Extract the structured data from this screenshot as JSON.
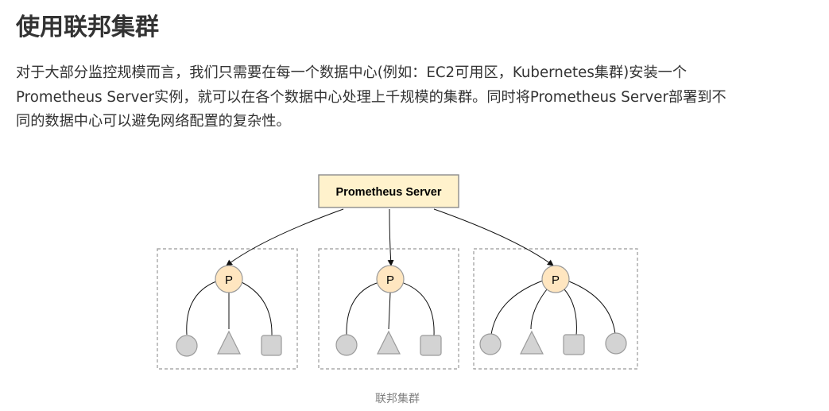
{
  "title": "使用联邦集群",
  "paragraph": {
    "lines": [
      "对于大部分监控规模而言，我们只需要在每一个数据中心(例如：EC2可用区，Kubernetes集群)安装一个",
      "Prometheus Server实例，就可以在各个数据中心处理上千规模的集群。同时将Prometheus Server部署到不",
      "同的数据中心可以避免网络配置的复杂性。"
    ]
  },
  "diagram": {
    "server_label": "Prometheus Server",
    "node_label": "P",
    "clusters": [
      {
        "targets": [
          "circle",
          "triangle",
          "square"
        ]
      },
      {
        "targets": [
          "circle",
          "triangle",
          "square"
        ]
      },
      {
        "targets": [
          "circle",
          "triangle",
          "square",
          "circle"
        ]
      }
    ],
    "colors": {
      "server_fill": "#fff2cc",
      "server_stroke": "#8c8c8c",
      "node_fill": "#ffe6c0",
      "node_stroke": "#999999",
      "target_fill": "#d3d3d3",
      "target_stroke": "#9a9a9a",
      "cluster_border": "#999999"
    }
  },
  "caption": "联邦集群"
}
